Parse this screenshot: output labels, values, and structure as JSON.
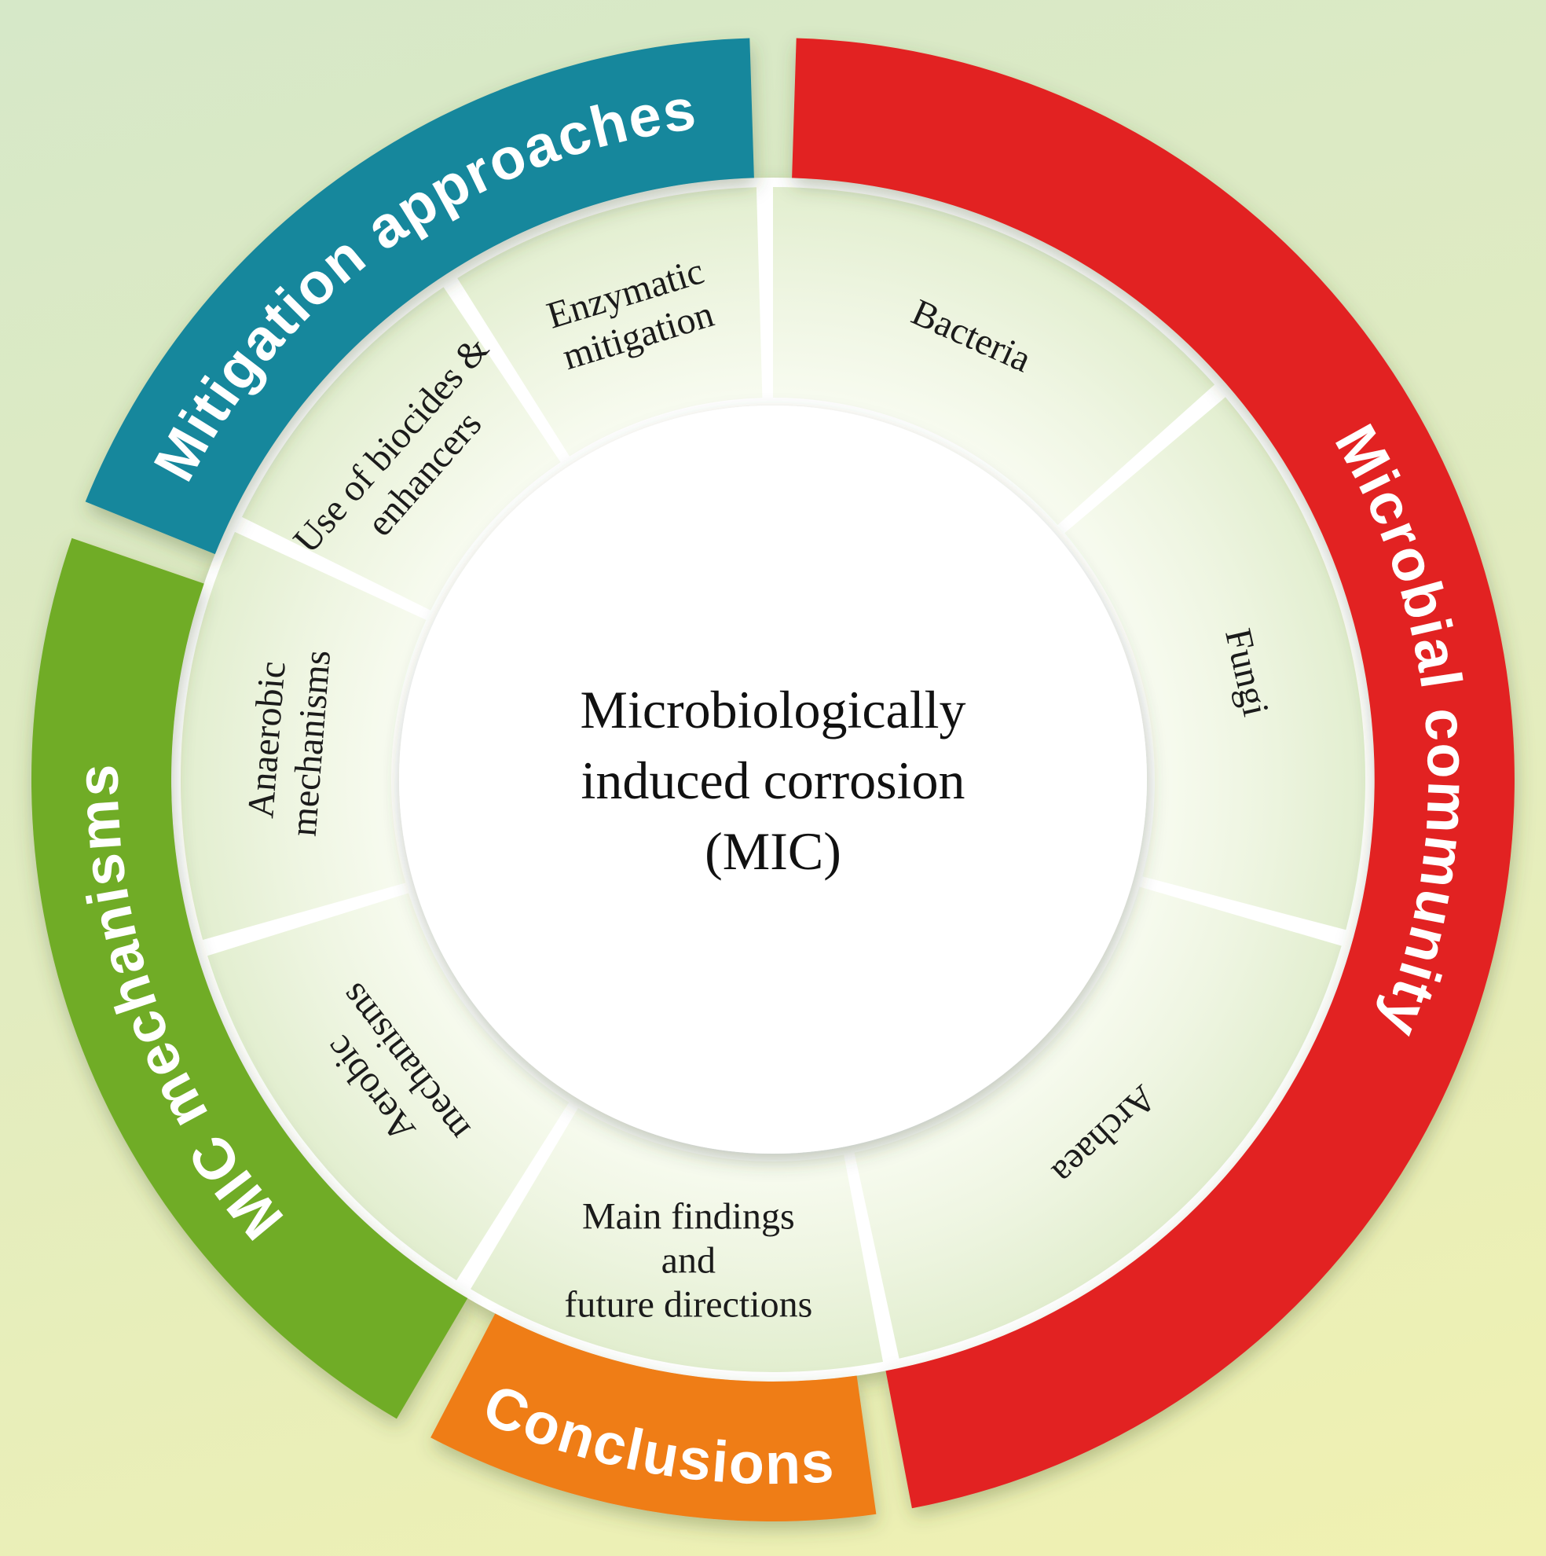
{
  "figure": {
    "center": {
      "lines": [
        "Microbiologically",
        "induced corrosion",
        "(MIC)"
      ]
    },
    "outer_sections": [
      {
        "id": "mitigation-approaches",
        "label": "Mitigation approaches",
        "color": "#16879c"
      },
      {
        "id": "microbial-community",
        "label": "Microbial community",
        "color": "#e22420"
      },
      {
        "id": "conclusions",
        "label": "Conclusions",
        "color": "#ef7d17"
      },
      {
        "id": "mic-mechanisms",
        "label": "MIC mechanisms",
        "color": "#6fac25"
      }
    ],
    "inner_segments": [
      {
        "id": "bacteria",
        "lines": [
          "Bacteria"
        ]
      },
      {
        "id": "fungi",
        "lines": [
          "Fungi"
        ]
      },
      {
        "id": "archaea",
        "lines": [
          "Archaea"
        ]
      },
      {
        "id": "main-findings",
        "lines": [
          "Main findings",
          "and",
          "future directions"
        ]
      },
      {
        "id": "aerobic-mechanisms",
        "lines": [
          "Aerobic",
          "mechanisms"
        ]
      },
      {
        "id": "anaerobic-mechanisms",
        "lines": [
          "Anaerobic",
          "mechanisms"
        ]
      },
      {
        "id": "biocides-enhancers",
        "lines": [
          "Use of biocides &",
          "enhancers"
        ]
      },
      {
        "id": "enzymatic-mitigation",
        "lines": [
          "Enzymatic",
          "mitigation"
        ]
      }
    ],
    "palette": {
      "background_top": "#d6e8c8",
      "background_bottom": "#f0f1b1",
      "segment_fill": "#ecf4df",
      "center_fill": "#ffffff",
      "text_dark": "#1b1b1b",
      "text_light": "#ffffff"
    }
  }
}
